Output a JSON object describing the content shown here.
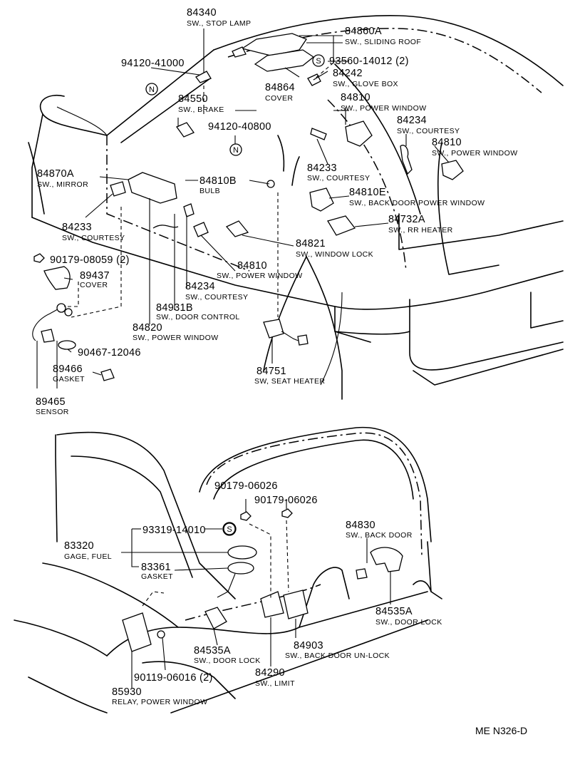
{
  "diagram_code": "ME  N326-D",
  "symbols": {
    "n": "N",
    "s": "S"
  },
  "parts": [
    {
      "id": "p84340",
      "number": "84340",
      "desc": "SW., STOP LAMP"
    },
    {
      "id": "p84860A",
      "number": "84860A",
      "desc": "SW., SLIDING ROOF"
    },
    {
      "id": "p94120_41000",
      "number": "94120-41000",
      "desc": ""
    },
    {
      "id": "p93560",
      "number": "93560-14012 (2)",
      "desc": ""
    },
    {
      "id": "p84242",
      "number": "84242",
      "desc": "SW., GLOVE BOX"
    },
    {
      "id": "p84864",
      "number": "84864",
      "desc": "COVER"
    },
    {
      "id": "p84550",
      "number": "84550",
      "desc": "SW., BRAKE"
    },
    {
      "id": "p84810a",
      "number": "84810",
      "desc": "SW., POWER WINDOW"
    },
    {
      "id": "p84234a",
      "number": "84234",
      "desc": "SW., COURTESY"
    },
    {
      "id": "p94120_40800",
      "number": "94120-40800",
      "desc": ""
    },
    {
      "id": "p84810b",
      "number": "84810",
      "desc": "SW., POWER WINDOW"
    },
    {
      "id": "p84870A",
      "number": "84870A",
      "desc": "SW., MIRROR"
    },
    {
      "id": "p84810B",
      "number": "84810B",
      "desc": "BULB"
    },
    {
      "id": "p84233a",
      "number": "84233",
      "desc": "SW., COURTESY"
    },
    {
      "id": "p84810E",
      "number": "84810E",
      "desc": "SW., BACK  DOOR  POWER  WINDOW"
    },
    {
      "id": "p84233b",
      "number": "84233",
      "desc": "SW., COURTESY"
    },
    {
      "id": "p84732A",
      "number": "84732A",
      "desc": "SW., RR HEATER"
    },
    {
      "id": "p84821",
      "number": "84821",
      "desc": "SW., WINDOW LOCK"
    },
    {
      "id": "p90179_08059",
      "number": "90179-08059 (2)",
      "desc": ""
    },
    {
      "id": "p84810c",
      "number": "84810",
      "desc": "SW., POWER WINDOW"
    },
    {
      "id": "p89437",
      "number": "89437",
      "desc": "COVER"
    },
    {
      "id": "p84234b",
      "number": "84234",
      "desc": "SW., COURTESY"
    },
    {
      "id": "p84931B",
      "number": "84931B",
      "desc": "SW., DOOR CONTROL"
    },
    {
      "id": "p84820",
      "number": "84820",
      "desc": "SW., POWER WINDOW"
    },
    {
      "id": "p90467",
      "number": "90467-12046",
      "desc": ""
    },
    {
      "id": "p89466",
      "number": "89466",
      "desc": "GASKET"
    },
    {
      "id": "p84751",
      "number": "84751",
      "desc": "SW, SEAT HEATER"
    },
    {
      "id": "p89465",
      "number": "89465",
      "desc": "SENSOR"
    },
    {
      "id": "p90179_06026a",
      "number": "90179-06026",
      "desc": ""
    },
    {
      "id": "p90179_06026b",
      "number": "90179-06026",
      "desc": ""
    },
    {
      "id": "p93319",
      "number": "93319-14010",
      "desc": ""
    },
    {
      "id": "p84830",
      "number": "84830",
      "desc": "SW., BACK DOOR"
    },
    {
      "id": "p83320",
      "number": "83320",
      "desc": "GAGE, FUEL"
    },
    {
      "id": "p83361",
      "number": "83361",
      "desc": "GASKET"
    },
    {
      "id": "p84535A_r",
      "number": "84535A",
      "desc": "SW., DOOR LOCK"
    },
    {
      "id": "p84535A_l",
      "number": "84535A",
      "desc": "SW., DOOR LOCK"
    },
    {
      "id": "p84903",
      "number": "84903",
      "desc": "SW., BACK DOOR UN-LOCK"
    },
    {
      "id": "p90119",
      "number": "90119-06016 (2)",
      "desc": ""
    },
    {
      "id": "p84290",
      "number": "84290",
      "desc": "SW., LIMIT"
    },
    {
      "id": "p85930",
      "number": "85930",
      "desc": "RELAY, POWER WINDOW"
    }
  ]
}
